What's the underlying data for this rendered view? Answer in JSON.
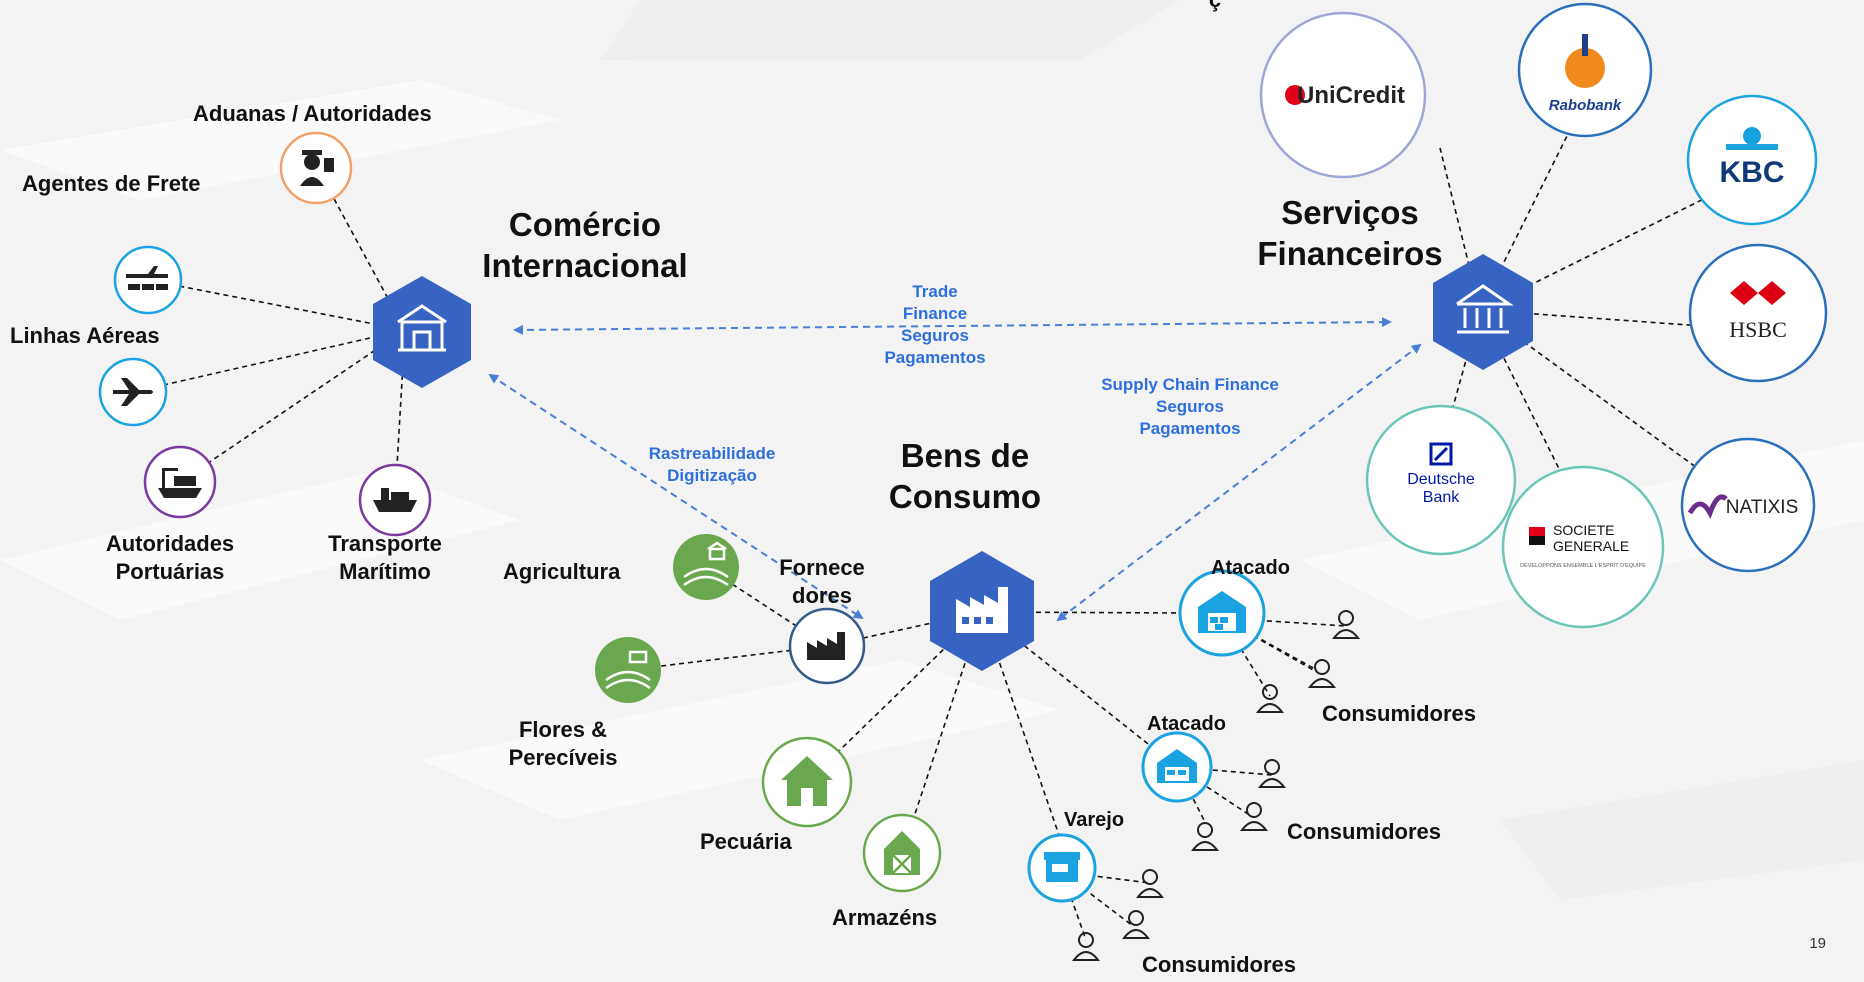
{
  "title_fragment": "ç",
  "page_number": "19",
  "hubs": {
    "comercio": "Comércio\nInternacional",
    "financeiros": "Serviços\nFinanceiros",
    "bens": "Bens de\nConsumo"
  },
  "labels": {
    "aduanas": "Aduanas / Autoridades",
    "agentes": "Agentes de Frete",
    "linhas": "Linhas Aéreas",
    "portuarias": "Autoridades\nPortuárias",
    "maritimo": "Transporte\nMarítimo",
    "agricultura": "Agricultura",
    "fornecedores": "Fornece\ndores",
    "flores": "Flores &\nPerecíveis",
    "pecuaria": "Pecuária",
    "armazens": "Armazéns",
    "atacado1": "Atacado",
    "atacado2": "Atacado",
    "varejo": "Varejo",
    "consumidores1": "Consumidores",
    "consumidores2": "Consumidores",
    "consumidores3": "Consumidores"
  },
  "flows": {
    "trade": "Trade\nFinance\nSeguros\nPagamentos",
    "supply": "Supply Chain Finance\nSeguros\nPagamentos",
    "rastreabilidade": "Rastreabilidade\nDigitização"
  },
  "banks": {
    "unicredit": "UniCredit",
    "rabobank": "Rabobank",
    "kbc": "KBC",
    "hsbc": "HSBC",
    "natixis": "NATIXIS",
    "societe_line1": "SOCIETE",
    "societe_line2": "GENERALE",
    "societe_tagline": "DEVELOPPONS ENSEMBLE L'ESPRIT D'EQUIPE",
    "deutsche_line1": "Deutsche",
    "deutsche_line2": "Bank"
  },
  "colors": {
    "hub": "#3763c2",
    "flow_arrow": "#4a7fd4",
    "flow_text": "#2f6fdc",
    "agri_green": "#6aa84f",
    "retail_blue": "#1aa3e0",
    "orange": "#f0a26a",
    "purple": "#7a3aa0",
    "bank_ring_blue": "#2a6fbb",
    "bank_ring_teal": "#6cc6b8",
    "bank_ring_lav": "#9ea6d8"
  }
}
